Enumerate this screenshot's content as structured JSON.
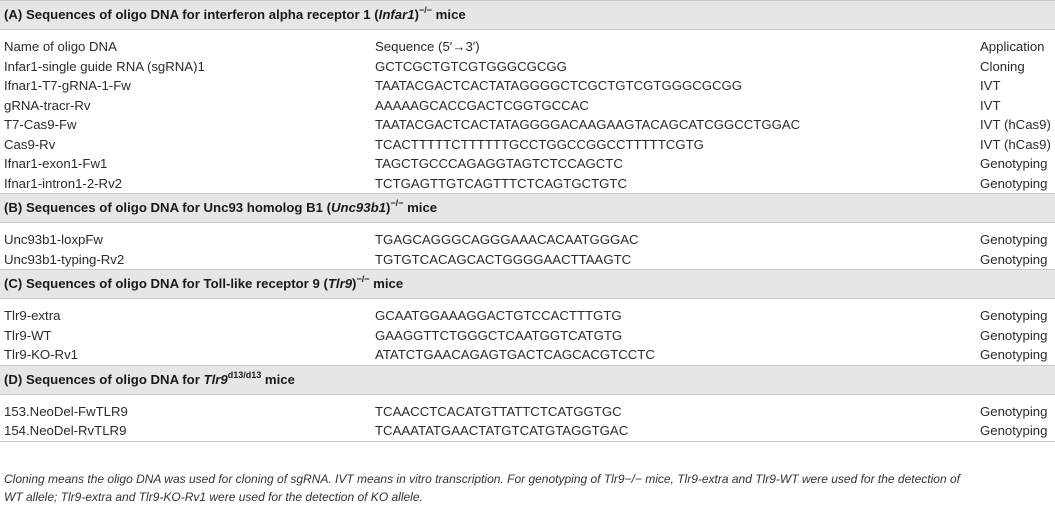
{
  "sections": [
    {
      "title_pre": "(A) Sequences of oligo DNA for interferon alpha receptor 1 (",
      "title_gene": "Infar1",
      "title_close": ")",
      "title_sup": "−/−",
      "title_post": " mice",
      "header": {
        "name": "Name of oligo DNA",
        "sequence": "Sequence (5′→3′)",
        "application": "Application"
      },
      "rows": [
        {
          "name": "Infar1-single guide RNA (sgRNA)1",
          "sequence": "GCTCGCTGTCGTGGGCGCGG",
          "application": "Cloning"
        },
        {
          "name": "Ifnar1-T7-gRNA-1-Fw",
          "sequence": "TAATACGACTCACTATAGGGGCTCGCTGTCGTGGGCGCGG",
          "application": "IVT"
        },
        {
          "name": "gRNA-tracr-Rv",
          "sequence": "AAAAAGCACCGACTCGGTGCCAC",
          "application": "IVT"
        },
        {
          "name": "T7-Cas9-Fw",
          "sequence": "TAATACGACTCACTATAGGGGACAAGAAGTACAGCATCGGCCTGGAC",
          "application": "IVT (hCas9)"
        },
        {
          "name": "Cas9-Rv",
          "sequence": "TCACTTTTTCTTTTTTGCCTGGCCGGCCTTTTTCGTG",
          "application": "IVT (hCas9)"
        },
        {
          "name": "Ifnar1-exon1-Fw1",
          "sequence": "TAGCTGCCCAGAGGTAGTCTCCAGCTC",
          "application": "Genotyping"
        },
        {
          "name": "Ifnar1-intron1-2-Rv2",
          "sequence": "TCTGAGTTGTCAGTTTCTCAGTGCTGTC",
          "application": "Genotyping"
        }
      ]
    },
    {
      "title_pre": "(B) Sequences of oligo DNA for Unc93 homolog B1 (",
      "title_gene": "Unc93b1",
      "title_close": ")",
      "title_sup": "−/−",
      "title_post": " mice",
      "rows": [
        {
          "name": "Unc93b1-loxpFw",
          "sequence": "TGAGCAGGGCAGGGAAACACAATGGGAC",
          "application": "Genotyping"
        },
        {
          "name": "Unc93b1-typing-Rv2",
          "sequence": "TGTGTCACAGCACTGGGGAACTTAAGTC",
          "application": "Genotyping"
        }
      ]
    },
    {
      "title_pre": "(C) Sequences of oligo DNA for Toll-like receptor 9 (",
      "title_gene": "Tlr9",
      "title_close": ")",
      "title_sup": "−/−",
      "title_post": " mice",
      "rows": [
        {
          "name": "Tlr9-extra",
          "sequence": "GCAATGGAAAGGACTGTCCACTTTGTG",
          "application": "Genotyping"
        },
        {
          "name": "Tlr9-WT",
          "sequence": "GAAGGTTCTGGGCTCAATGGTCATGTG",
          "application": "Genotyping"
        },
        {
          "name": "Tlr9-KO-Rv1",
          "sequence": "ATATCTGAACAGAGTGACTCAGCACGTCCTC",
          "application": "Genotyping"
        }
      ]
    },
    {
      "title_pre": "(D) Sequences of oligo DNA for ",
      "title_gene": "Tlr9",
      "title_close": "",
      "title_sup": "d13/d13",
      "title_post": " mice",
      "rows": [
        {
          "name": "153.NeoDel-FwTLR9",
          "sequence": "TCAACCTCACATGTTATTCTCATGGTGC",
          "application": "Genotyping"
        },
        {
          "name": "154.NeoDel-RvTLR9",
          "sequence": "TCAAATATGAACTATGTCATGTAGGTGAC",
          "application": "Genotyping"
        }
      ]
    }
  ],
  "footnote": {
    "line1": "Cloning means the oligo DNA was used for cloning of sgRNA. IVT means in vitro transcription. For genotyping of Tlr9−/− mice, Tlr9-extra and Tlr9-WT were used for the detection of",
    "line2": "WT allele; Tlr9-extra and Tlr9-KO-Rv1 were used for the detection of KO allele."
  }
}
